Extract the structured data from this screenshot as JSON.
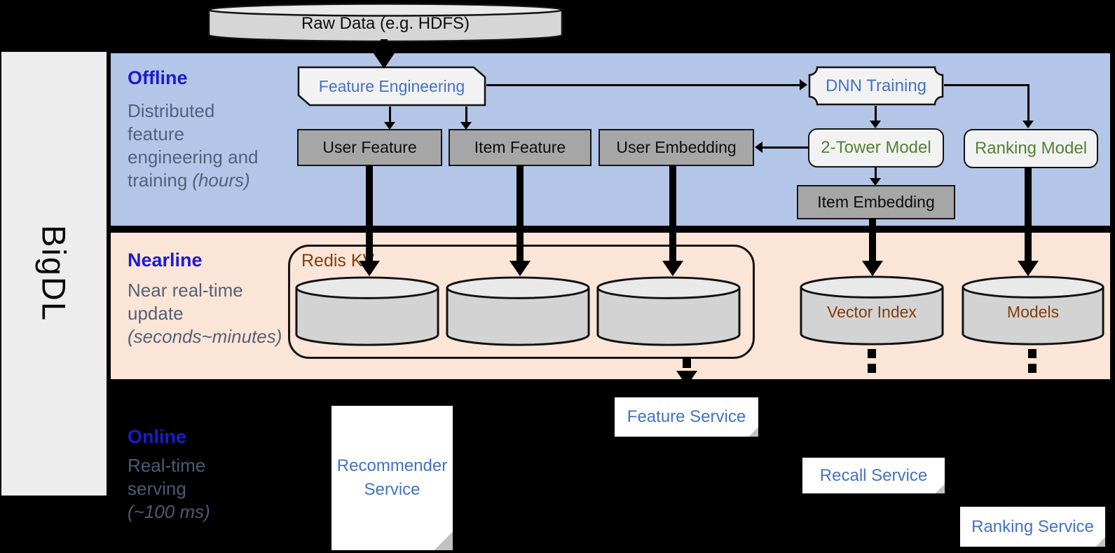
{
  "brand": {
    "name": "BigDL"
  },
  "raw_data": {
    "label": "Raw Data (e.g. HDFS)"
  },
  "offline": {
    "title": "Offline",
    "desc1": "Distributed",
    "desc2": "feature",
    "desc3": "engineering and",
    "desc4": "training",
    "desc4i": "(hours)",
    "feature_engineering": "Feature Engineering",
    "dnn_training": "DNN Training",
    "user_feature": "User Feature",
    "item_feature": "Item Feature",
    "user_embedding": "User Embedding",
    "two_tower_model": "2-Tower Model",
    "ranking_model": "Ranking Model",
    "item_embedding": "Item Embedding"
  },
  "nearline": {
    "title": "Nearline",
    "desc1": "Near real-time",
    "desc2": "update",
    "desc3i": "(seconds~minutes)",
    "redis_kv": "Redis KV",
    "vector_index": "Vector Index",
    "models": "Models"
  },
  "online": {
    "title": "Online",
    "desc1": "Real-time",
    "desc2": "serving",
    "desc3i": "(~100 ms)",
    "recommender_service": "Recommender Service",
    "feature_service": "Feature Service",
    "recall_service": "Recall Service",
    "ranking_service": "Ranking Service"
  },
  "colors": {
    "background": "#000000",
    "sidebar_gray": "#ededed",
    "band_offline": "#b3c6e7",
    "band_nearline": "#fbe5d6",
    "node_gray": "#a6a6a6",
    "node_light": "#f2f2f2",
    "cylinder_fill": "#d3d3d3",
    "title_blue": "#1b1bd0",
    "body_text": "#55607a",
    "text_blue": "#4472c4",
    "text_green": "#548235",
    "text_brown": "#843c0c"
  }
}
